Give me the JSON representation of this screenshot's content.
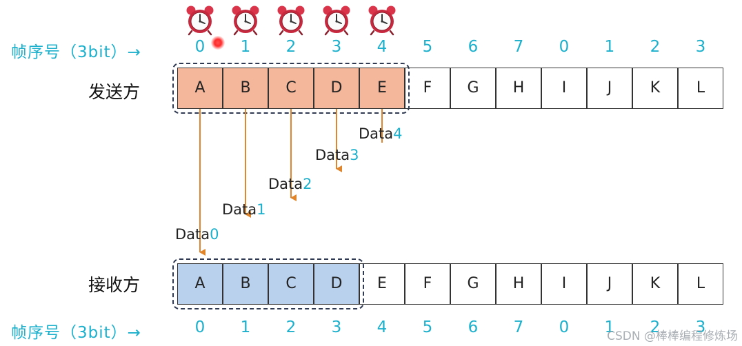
{
  "seq_label": "帧序号（3bit）→",
  "sender": {
    "label": "发送方",
    "frames": [
      "A",
      "B",
      "C",
      "D",
      "E",
      "F",
      "G",
      "H",
      "I",
      "J",
      "K",
      "L"
    ],
    "window_size": 5
  },
  "receiver": {
    "label": "接收方",
    "frames": [
      "A",
      "B",
      "C",
      "D",
      "E",
      "F",
      "G",
      "H",
      "I",
      "J",
      "K",
      "L"
    ],
    "window_size": 4
  },
  "seq_numbers": [
    "0",
    "1",
    "2",
    "3",
    "4",
    "5",
    "6",
    "7",
    "0",
    "1",
    "2",
    "3"
  ],
  "timer_count": 5,
  "icons": {
    "timer": "alarm-clock-icon",
    "pointer": "laser-pointer-dot"
  },
  "colors": {
    "seq": "#1cb0cc",
    "send_window": "#f4b79b",
    "recv_window": "#b9d1ec",
    "arrow": "#e0852b"
  },
  "transmissions": [
    {
      "frame": 0,
      "prefix": "Data",
      "num": "0"
    },
    {
      "frame": 1,
      "prefix": "Data",
      "num": "1"
    },
    {
      "frame": 2,
      "prefix": "Data",
      "num": "2"
    },
    {
      "frame": 3,
      "prefix": "Data",
      "num": "3"
    },
    {
      "frame": 4,
      "prefix": "Data",
      "num": "4"
    }
  ],
  "watermark": "CSDN @棒棒编程修炼场"
}
